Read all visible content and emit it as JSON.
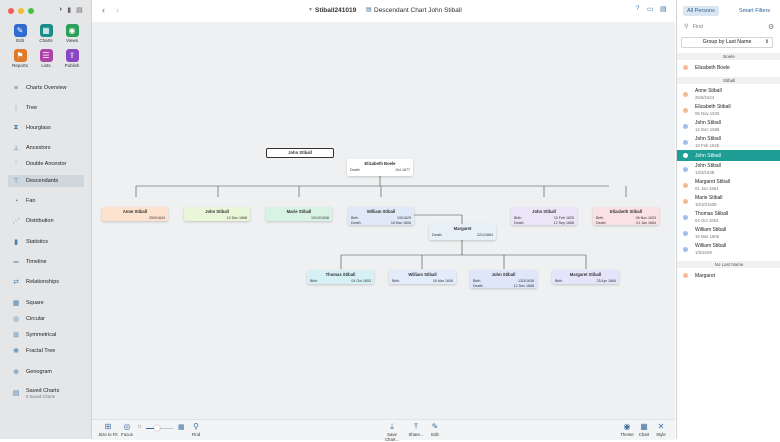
{
  "window": {
    "title": "Stiball241019",
    "document": "Descendant Chart John Stiball"
  },
  "toolbar_groups": [
    {
      "label": "Edit",
      "color": "#2f6bd0",
      "icon": "pencil-icon"
    },
    {
      "label": "Charts",
      "color": "#1a8c8c",
      "icon": "charts-icon"
    },
    {
      "label": "Views",
      "color": "#2aa05a",
      "icon": "eye-icon"
    },
    {
      "label": "Reports",
      "color": "#e07b2a",
      "icon": "reports-icon"
    },
    {
      "label": "Lists",
      "color": "#b043a8",
      "icon": "lists-icon"
    },
    {
      "label": "Publish",
      "color": "#8a47c4",
      "icon": "publish-icon"
    }
  ],
  "sidebar": {
    "items": [
      {
        "label": "Charts Overview",
        "icon": "charts-overview-icon"
      },
      {
        "label": "Tree",
        "icon": "tree-icon"
      },
      {
        "label": "Hourglass",
        "icon": "hourglass-icon"
      },
      {
        "label": "Ancestors",
        "icon": "ancestors-icon"
      },
      {
        "label": "Double Ancestor",
        "icon": "double-ancestor-icon"
      },
      {
        "label": "Descendants",
        "icon": "descendants-icon"
      },
      {
        "label": "Fan",
        "icon": "fan-icon"
      },
      {
        "label": "Distribution",
        "icon": "distribution-icon"
      },
      {
        "label": "Statistics",
        "icon": "statistics-icon"
      },
      {
        "label": "Timeline",
        "icon": "timeline-icon"
      },
      {
        "label": "Relationships",
        "icon": "relationships-icon"
      },
      {
        "label": "Square",
        "icon": "square-icon"
      },
      {
        "label": "Circular",
        "icon": "circular-icon"
      },
      {
        "label": "Symmetrical",
        "icon": "symmetrical-icon"
      },
      {
        "label": "Fractal Tree",
        "icon": "fractal-tree-icon"
      },
      {
        "label": "Genogram",
        "icon": "genogram-icon"
      },
      {
        "label": "Saved Charts",
        "sub": "0 Saved Charts",
        "icon": "saved-charts-icon"
      }
    ],
    "active": "Descendants"
  },
  "chart": {
    "root": {
      "name": "John Stiball"
    },
    "spouse": {
      "name": "Elizabeth Boele",
      "l1": "Death",
      "v1": "Oct 1677"
    },
    "children": [
      {
        "name": "Anne Stiball",
        "l1": "",
        "v1": "25/9/1624",
        "color": "#fde3cf"
      },
      {
        "name": "John Stiball",
        "l1": "",
        "v1": "12 Dec 1668",
        "color": "#eaf6d8"
      },
      {
        "name": "Marie Stiball",
        "l1": "",
        "v1": "10/10/1638",
        "color": "#d8f3e4"
      },
      {
        "name": "William Stiball",
        "l1": "Birth",
        "v1": "1/5/1629",
        "l2": "Death",
        "v2": "16 Mar 1606",
        "color": "#dfe9f7"
      },
      {
        "name": "John Stiball",
        "l1": "Birth",
        "v1": "10 Feb 1625",
        "l2": "Death",
        "v2": "12 Sep 1668",
        "color": "#ece4f7"
      },
      {
        "name": "Elizabeth Stiball",
        "l1": "Birth",
        "v1": "06 Nov 1633",
        "l2": "Death",
        "v2": "01 Jan 1664",
        "color": "#fbe1e6"
      }
    ],
    "wife2": {
      "name": "Margaret",
      "l1": "Death",
      "v1": "22/1/1664"
    },
    "grandchildren": [
      {
        "name": "Thomas Stiball",
        "l1": "Birth",
        "v1": "04 Oct 1653",
        "color": "#d6f1f6"
      },
      {
        "name": "William Stiball",
        "l1": "Birth",
        "v1": "16 Mar 1606",
        "color": "#e3ecfb"
      },
      {
        "name": "John Stiball",
        "l1": "Birth",
        "v1": "13/3/1638",
        "l2": "Death",
        "v2": "12 Dec 1668",
        "color": "#dfe6fa"
      },
      {
        "name": "Margaret Stiball",
        "l1": "Birth",
        "v1": "25 Apr 1665",
        "color": "#e6e4fa"
      }
    ]
  },
  "bottombar": {
    "left": [
      {
        "label": "Size to Fit",
        "icon": "size-to-fit-icon"
      },
      {
        "label": "Focus",
        "icon": "focus-icon"
      },
      {
        "label": "Find",
        "icon": "find-icon"
      }
    ],
    "zoom": 0.4,
    "right": [
      {
        "label": "Save Chart...",
        "icon": "save-chart-icon"
      },
      {
        "label": "Share...",
        "icon": "share-icon"
      },
      {
        "label": "Edit",
        "icon": "edit-icon"
      },
      {
        "label": "Theme",
        "icon": "theme-icon"
      },
      {
        "label": "Chart",
        "icon": "chart-icon"
      },
      {
        "label": "Style",
        "icon": "style-icon"
      }
    ]
  },
  "rightpanel": {
    "tab_all": "All Persons",
    "tab_smart": "Smart Filters",
    "find_placeholder": "Find",
    "group_by": "Group by Last Name",
    "sections": [
      {
        "header": "Boele",
        "rows": [
          {
            "name": "Elizabeth Boele",
            "date": "",
            "dot": "#f5b993"
          }
        ]
      },
      {
        "header": "Stiball",
        "rows": [
          {
            "name": "Anne Stiball",
            "date": "25/9/1624",
            "dot": "#f5b993"
          },
          {
            "name": "Elizabeth Stiball",
            "date": "06 Nov 1633",
            "dot": "#f5b993"
          },
          {
            "name": "John Stiball",
            "date": "12 Dec 1668",
            "dot": "#9fc1ea"
          },
          {
            "name": "John Stiball",
            "date": "10 Feb 1625",
            "dot": "#9fc1ea"
          },
          {
            "name": "John Stiball",
            "date": "",
            "dot": "#9fc1ea",
            "selected": true
          },
          {
            "name": "John Stiball",
            "date": "13/3/1638",
            "dot": "#9fc1ea"
          },
          {
            "name": "Margaret Stiball",
            "date": "01 Jan 1664",
            "dot": "#f5b993"
          },
          {
            "name": "Marie Stiball",
            "date": "10/10/1638",
            "dot": "#f5b993"
          },
          {
            "name": "Thomas Stiball",
            "date": "04 Oct 1653",
            "dot": "#9fc1ea"
          },
          {
            "name": "William Stiball",
            "date": "16 Mar 1606",
            "dot": "#9fc1ea"
          },
          {
            "name": "William Stiball",
            "date": "1/5/1629",
            "dot": "#9fc1ea"
          }
        ]
      },
      {
        "header": "No Last Name",
        "rows": [
          {
            "name": "Margaret",
            "date": "",
            "dot": "#f5b993"
          }
        ]
      }
    ],
    "selected_color": "#1f9e96"
  }
}
